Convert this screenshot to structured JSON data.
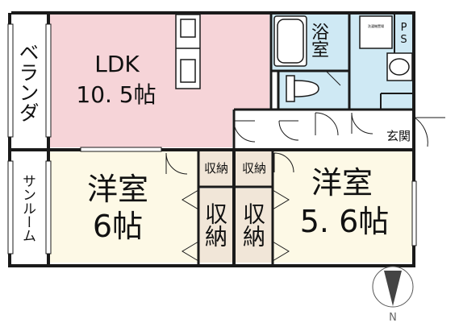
{
  "rooms": {
    "ldk": {
      "name": "LDK",
      "size": "10. 5帖"
    },
    "veranda": {
      "name": "ベランダ"
    },
    "bath": {
      "name": "浴室"
    },
    "ps": {
      "name": "PS"
    },
    "washer_label": {
      "name": "洗濯機置場"
    },
    "genkan": {
      "name": "玄関"
    },
    "sunroom": {
      "name": "サンルーム"
    },
    "western_left": {
      "name": "洋室",
      "size": "6帖"
    },
    "western_right": {
      "name": "洋室",
      "size": "5. 6帖"
    },
    "storage_small_left": {
      "name": "収納"
    },
    "storage_small_right": {
      "name": "収納"
    },
    "storage_tall_left": {
      "name": "収納"
    },
    "storage_tall_right": {
      "name": "収納"
    }
  },
  "compass": {
    "label": "N"
  },
  "colors": {
    "ldk_fill": "#f6d4d8",
    "bath_fill": "#cfe9f4",
    "room_fill": "#fdf9e6",
    "storage_fill": "#f1e6d8",
    "hall_fill": "#ffffff",
    "wall": "#1a1a1a"
  }
}
